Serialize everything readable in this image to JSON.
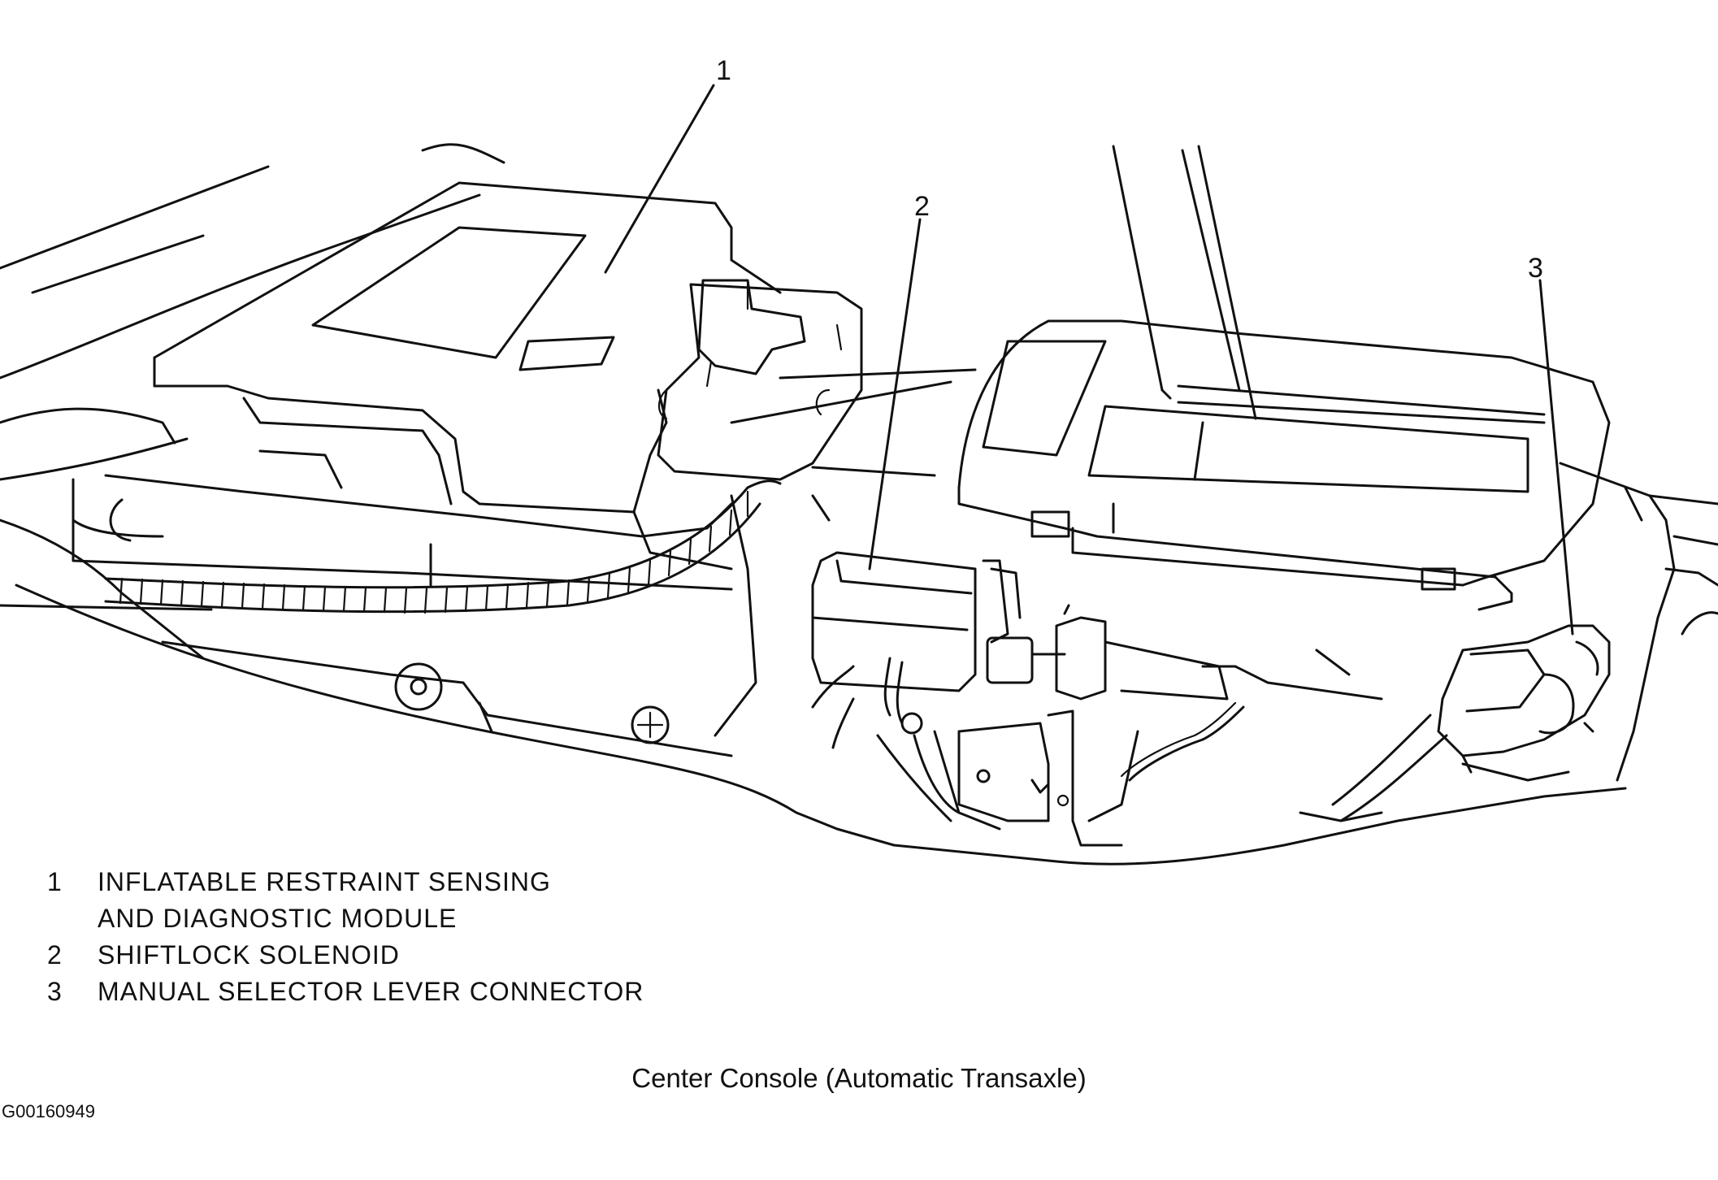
{
  "callouts": [
    {
      "number": "1"
    },
    {
      "number": "2"
    },
    {
      "number": "3"
    }
  ],
  "legend": [
    {
      "number": "1",
      "lines": [
        "INFLATABLE RESTRAINT SENSING",
        "AND DIAGNOSTIC MODULE"
      ]
    },
    {
      "number": "2",
      "lines": [
        "SHIFTLOCK SOLENOID"
      ]
    },
    {
      "number": "3",
      "lines": [
        "MANUAL SELECTOR LEVER CONNECTOR"
      ]
    }
  ],
  "caption": "Center Console (Automatic Transaxle)",
  "figure_id": "G00160949"
}
